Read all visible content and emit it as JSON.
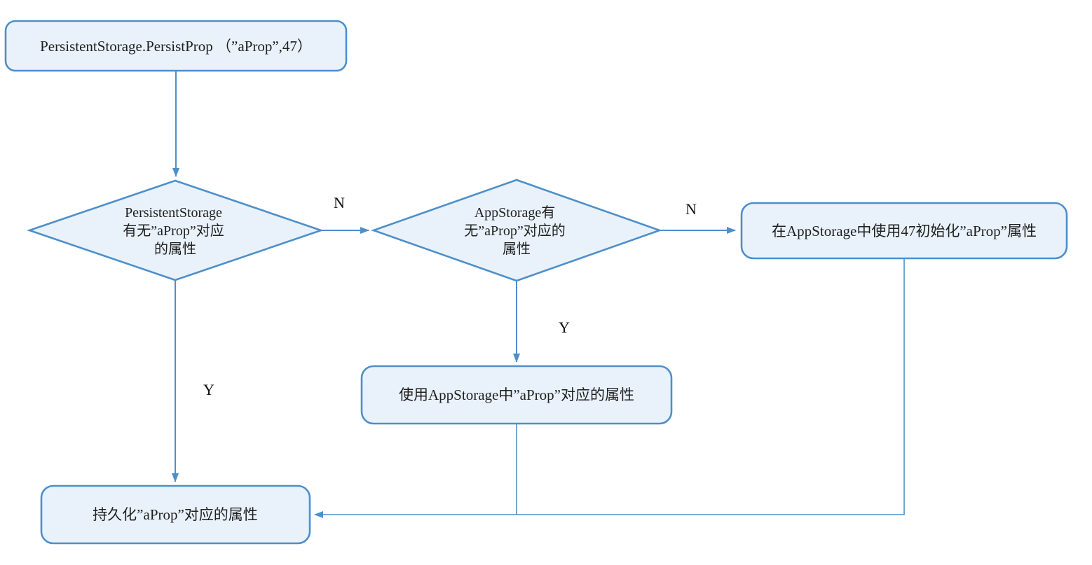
{
  "diagram": {
    "colors": {
      "background": "#ffffff",
      "node_fill": "#e9f2fb",
      "node_border": "#4e8fca",
      "connector": "#4e8fca",
      "text": "#1f1f1f"
    },
    "nodes": {
      "start": {
        "label": "PersistentStorage.PersistProp （”aProp”,47）"
      },
      "decision_persistent_storage": {
        "lines": [
          "PersistentStorage",
          "有无”aProp”对应",
          "的属性"
        ]
      },
      "decision_app_storage": {
        "lines": [
          "AppStorage有",
          "无”aProp”对应的",
          "属性"
        ]
      },
      "init_app_storage": {
        "label": "在AppStorage中使用47初始化”aProp”属性"
      },
      "use_app_storage": {
        "label": "使用AppStorage中”aProp”对应的属性"
      },
      "persist_prop": {
        "label": "持久化”aProp”对应的属性"
      }
    },
    "edges": {
      "persistent_no_label": "N",
      "app_storage_no_label": "N",
      "persistent_yes_label": "Y",
      "app_storage_yes_label": "Y"
    }
  }
}
